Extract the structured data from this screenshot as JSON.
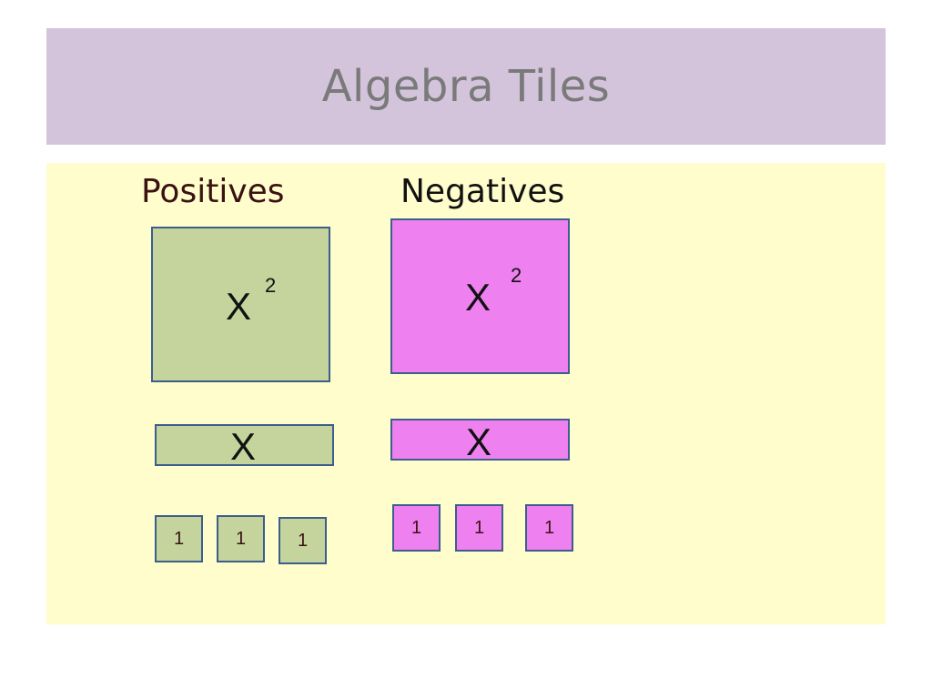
{
  "title": "Algebra Tiles",
  "headings": {
    "positives": "Positives",
    "negatives": "Negatives"
  },
  "tiles": {
    "positive": {
      "square_var": "X",
      "square_exp": "2",
      "rect_var": "X",
      "units": [
        "1",
        "1",
        "1"
      ]
    },
    "negative": {
      "square_var": "X",
      "square_exp": "2",
      "rect_var": "X",
      "units": [
        "1",
        "1",
        "1"
      ]
    }
  },
  "colors": {
    "header_band": "#d3c4dc",
    "content_bg": "#fffdcc",
    "positive_tile": "#c4d49c",
    "negative_tile": "#ef80ef",
    "tile_border": "#3b5e8c"
  }
}
